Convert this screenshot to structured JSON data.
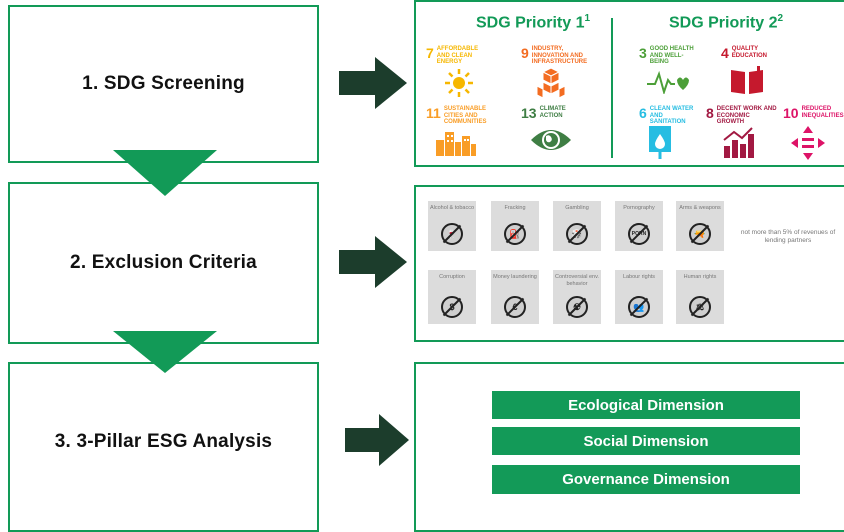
{
  "steps": [
    {
      "title": "1. SDG Screening"
    },
    {
      "title": "2. Exclusion Criteria"
    },
    {
      "title": "3. 3-Pillar ESG Analysis"
    }
  ],
  "sdg": {
    "priority1_title": "SDG Priority 1",
    "priority1_sup": "1",
    "priority2_title": "SDG Priority 2",
    "priority2_sup": "2",
    "goals": [
      {
        "num": "7",
        "label": "Affordable and clean energy",
        "color": "#f6b700",
        "icon": "sun-icon"
      },
      {
        "num": "9",
        "label": "Industry, innovation and infrastructure",
        "color": "#f36c21",
        "icon": "cubes-icon"
      },
      {
        "num": "11",
        "label": "Sustainable cities and communities",
        "color": "#f99d26",
        "icon": "buildings-icon"
      },
      {
        "num": "13",
        "label": "Climate action",
        "color": "#3f7e44",
        "icon": "eye-globe-icon"
      },
      {
        "num": "3",
        "label": "Good health and well-being",
        "color": "#4c9f38",
        "icon": "heartbeat-icon"
      },
      {
        "num": "4",
        "label": "Quality education",
        "color": "#c5192d",
        "icon": "book-icon"
      },
      {
        "num": "6",
        "label": "Clean water and sanitation",
        "color": "#26bde2",
        "icon": "water-drop-icon"
      },
      {
        "num": "8",
        "label": "Decent work and economic growth",
        "color": "#a21942",
        "icon": "growth-chart-icon"
      },
      {
        "num": "10",
        "label": "Reduced inequalities",
        "color": "#dd1367",
        "icon": "equality-icon"
      }
    ]
  },
  "exclusions": {
    "items": [
      {
        "label": "Alcohol & tobacco",
        "icon": "no-alcohol-icon",
        "glyph": "🍷"
      },
      {
        "label": "Fracking",
        "icon": "no-fracking-icon",
        "glyph": "⛽"
      },
      {
        "label": "Gambling",
        "icon": "no-gambling-icon",
        "glyph": "🎲"
      },
      {
        "label": "Pornography",
        "icon": "no-porn-icon",
        "glyph": "PORN"
      },
      {
        "label": "Arms & weapons",
        "icon": "no-weapons-icon",
        "glyph": "🔫"
      },
      {
        "label": "Corruption",
        "icon": "no-corruption-icon",
        "glyph": "$"
      },
      {
        "label": "Money laundering",
        "icon": "no-money-laundering-icon",
        "glyph": "€"
      },
      {
        "label": "Controversial env. behavior",
        "icon": "no-env-damage-icon",
        "glyph": "☢"
      },
      {
        "label": "Labour rights",
        "icon": "labour-rights-icon",
        "glyph": "👥"
      },
      {
        "label": "Human rights",
        "icon": "human-rights-icon",
        "glyph": "⚖"
      }
    ],
    "note": "not more than 5% of revenues of lending partners"
  },
  "esg": {
    "dimensions": [
      {
        "label": "Ecological Dimension"
      },
      {
        "label": "Social Dimension"
      },
      {
        "label": "Governance Dimension"
      }
    ]
  },
  "colors": {
    "accent": "#129a57",
    "arrow": "#1c3d2c"
  }
}
